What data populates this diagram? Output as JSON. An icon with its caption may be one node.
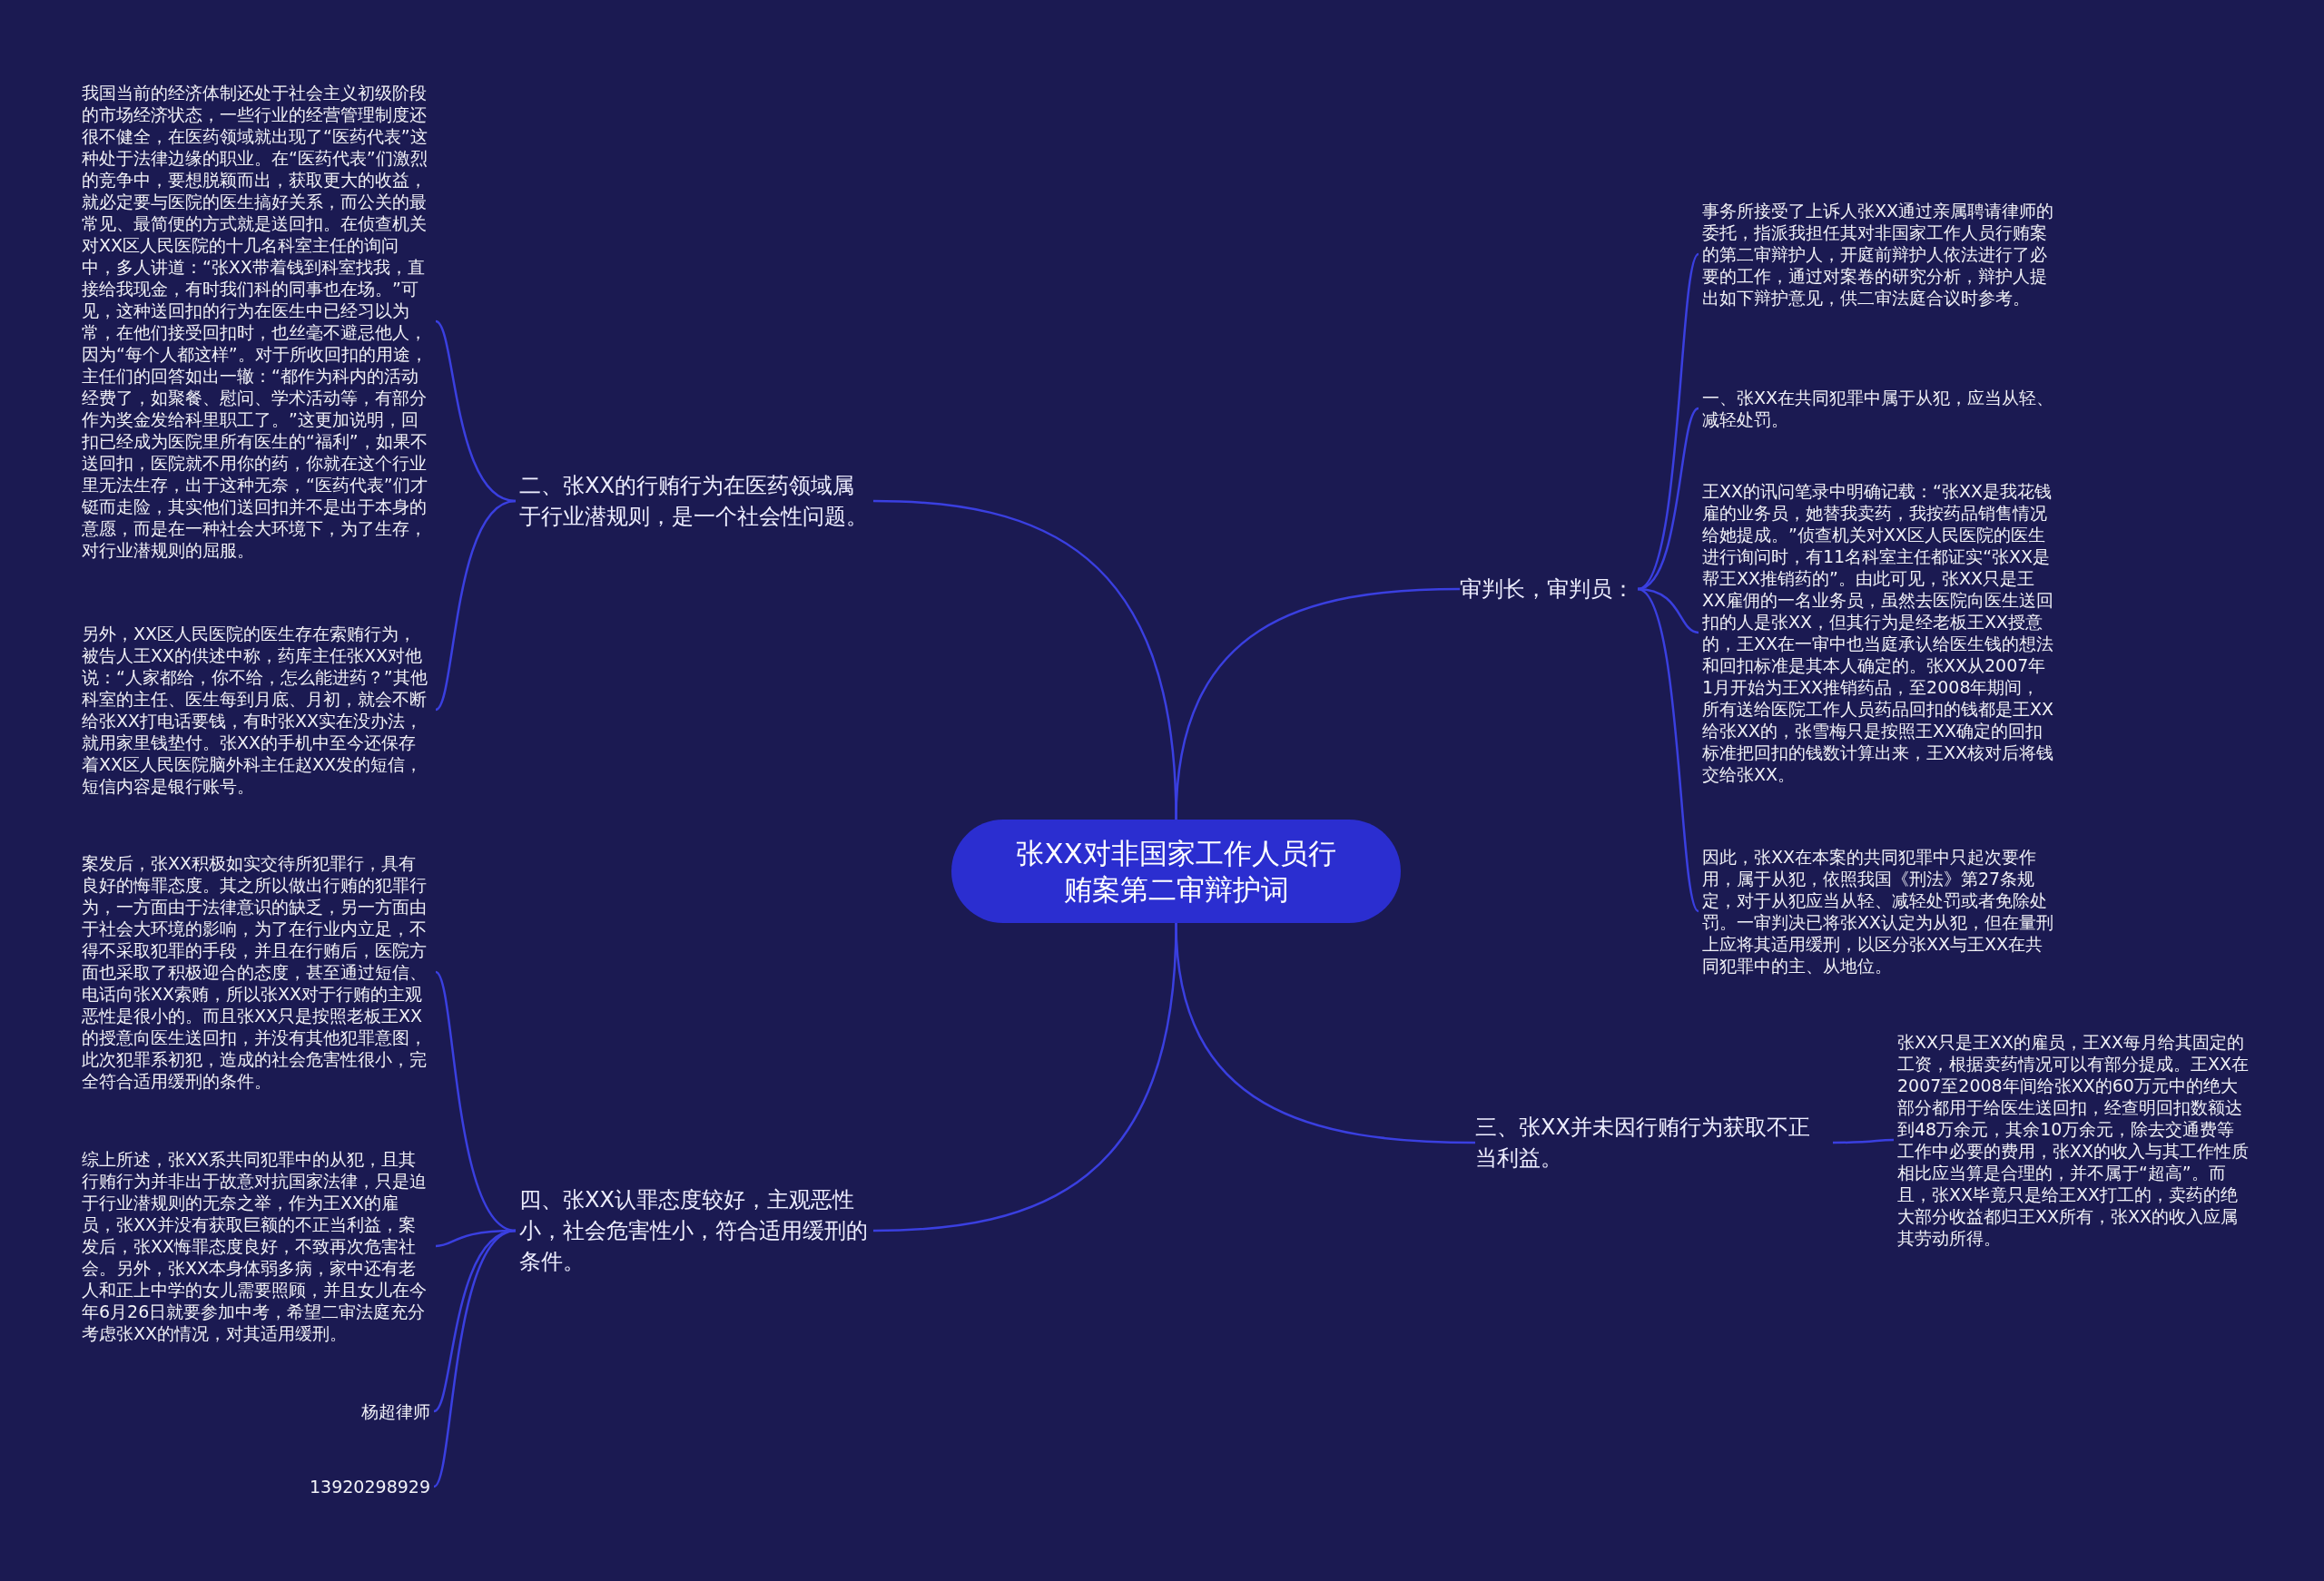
{
  "diagram": {
    "nodes": [
      {
        "text": [
          "张XX对非国家工作人员行贿案第二审辩护词"
        ]
      },
      {
        "text": [
          "二、张XX的行贿行为在医药领域属于行业潜规则，是一个社会性问题。"
        ]
      },
      {
        "text": [
          "我国当前的经济体制还处于社会主义初级阶段的市场经济状态，一些行业的经营管理制度还很不健全，在医药领域就出现了“医药代表”这种处于法律边缘的职业。在“医药代表”们激烈的竞争中，要想脱颖而出，获取更大的收益，就必定要与医院的医生搞好关系，而公关的最常见、最简便的方式就是送回扣。在侦查机关对XX区人民医院的十几名科室主任的询问中，多人讲道：“张XX带着钱到科室找我，直接给我现金，有时我们科的同事也在场。”可见，这种送回扣的行为在医生中已经习以为常，在他们接受回扣时，也丝毫不避忌他人，因为“每个人都这样”。对于所收回扣的用途，主任们的回答如出一辙：“都作为科内的活动经费了，如聚餐、慰问、学术活动等，有部分作为奖金发给科里职工了。”这更加说明，回扣已经成为医院里所有医生的“福利”，如果不送回扣，医院就不用你的药，你就在这个行业里无法生存，出于这种无奈，“医药代表”们才铤而走险，其实他们送回扣并不是出于本身的意愿，而是在一种社会大环境下，为了生存，对行业潜规则的屈服。"
        ]
      },
      {
        "text": [
          "另外，XX区人民医院的医生存在索贿行为，被告人王XX的供述中称，药库主任张XX对他说：“人家都给，你不给，怎么能进药？”其他科室的主任、医生每到月底、月初，就会不断给张XX打电话要钱，有时张XX实在没办法，就用家里钱垫付。张XX的手机中至今还保存着XX区人民医院脑外科主任赵XX发的短信，短信内容是银行账号。"
        ]
      },
      {
        "text": [
          "四、张XX认罪态度较好，主观恶性小，社会危害性小，符合适用缓刑的条件。"
        ]
      },
      {
        "text": [
          "案发后，张XX积极如实交待所犯罪行，具有良好的悔罪态度。其之所以做出行贿的犯罪行为，一方面由于法律意识的缺乏，另一方面由于社会大环境的影响，为了在行业内立足，不得不采取犯罪的手段，并且在行贿后，医院方面也采取了积极迎合的态度，甚至通过短信、电话向张XX索贿，所以张XX对于行贿的主观恶性是很小的。而且张XX只是按照老板王XX的授意向医生送回扣，并没有其他犯罪意图，此次犯罪系初犯，造成的社会危害性很小，完全符合适用缓刑的条件。"
        ]
      },
      {
        "text": [
          "综上所述，张XX系共同犯罪中的从犯，且其行贿行为并非出于故意对抗国家法律，只是迫于行业潜规则的无奈之举，作为王XX的雇员，张XX并没有获取巨额的不正当利益，案发后，张XX悔罪态度良好，不致再次危害社会。另外，张XX本身体弱多病，家中还有老人和正上中学的女儿需要照顾，并且女儿在今年6月26日就要参加中考，希望二审法庭充分考虑张XX的情况，对其适用缓刑。"
        ]
      },
      {
        "text": [
          "杨超律师"
        ]
      },
      {
        "text": [
          "13920298929"
        ]
      },
      {
        "text": [
          "审判长，审判员："
        ]
      },
      {
        "text": [
          "事务所接受了上诉人张XX通过亲属聘请律师的委托，指派我担任其对非国家工作人员行贿案的第二审辩护人，开庭前辩护人依法进行了必要的工作，通过对案卷的研究分析，辩护人提出如下辩护意见，供二审法庭合议时参考。"
        ]
      },
      {
        "text": [
          "一、张XX在共同犯罪中属于从犯，应当从轻、减轻处罚。"
        ]
      },
      {
        "text": [
          "王XX的讯问笔录中明确记载：“张XX是我花钱雇的业务员，她替我卖药，我按药品销售情况给她提成。”侦查机关对XX区人民医院的医生进行询问时，有11名科室主任都证实“张XX是帮王XX推销药的”。由此可见，张XX只是王XX雇佣的一名业务员，虽然去医院向医生送回扣的人是张XX，但其行为是经老板王XX授意的，王XX在一审中也当庭承认给医生钱的想法和回扣标准是其本人确定的。张XX从2007年1月开始为王XX推销药品，至2008年期间，所有送给医院工作人员药品回扣的钱都是王XX给张XX的，张雪梅只是按照王XX确定的回扣标准把回扣的钱数计算出来，王XX核对后将钱交给张XX。"
        ]
      },
      {
        "text": [
          "因此，张XX在本案的共同犯罪中只起次要作用，属于从犯，依照我国《刑法》第27条规定，对于从犯应当从轻、减轻处罚或者免除处罚。一审判决已将张XX认定为从犯，但在量刑上应将其适用缓刑，以区分张XX与王XX在共同犯罪中的主、从地位。"
        ]
      },
      {
        "text": [
          "三、张XX并未因行贿行为获取不正当利益。"
        ]
      },
      {
        "text": [
          "张XX只是王XX的雇员，王XX每月给其固定的工资，根据卖药情况可以有部分提成。王XX在2007至2008年间给张XX的60万元中的绝大部分都用于给医生送回扣，经查明回扣数额达到48万余元，其余10万余元，除去交通费等工作中必要的费用，张XX的收入与其工作性质相比应当算是合理的，并不属于“超高”。而且，张XX毕竟只是给王XX打工的，卖药的绝大部分收益都归王XX所有，张XX的收入应属其劳动所得。"
        ]
      }
    ],
    "edges": [
      {
        "from": 0,
        "to": 1,
        "arrow": "none"
      },
      {
        "from": 1,
        "to": 2,
        "arrow": "none"
      },
      {
        "from": 1,
        "to": 3,
        "arrow": "none"
      },
      {
        "from": 0,
        "to": 4,
        "arrow": "none"
      },
      {
        "from": 4,
        "to": 5,
        "arrow": "none"
      },
      {
        "from": 4,
        "to": 6,
        "arrow": "none"
      },
      {
        "from": 4,
        "to": 7,
        "arrow": "none"
      },
      {
        "from": 4,
        "to": 8,
        "arrow": "none"
      },
      {
        "from": 0,
        "to": 9,
        "arrow": "none"
      },
      {
        "from": 9,
        "to": 10,
        "arrow": "none"
      },
      {
        "from": 9,
        "to": 11,
        "arrow": "none"
      },
      {
        "from": 9,
        "to": 12,
        "arrow": "none"
      },
      {
        "from": 9,
        "to": 13,
        "arrow": "none"
      },
      {
        "from": 0,
        "to": 14,
        "arrow": "none"
      },
      {
        "from": 14,
        "to": 15,
        "arrow": "none"
      }
    ]
  }
}
